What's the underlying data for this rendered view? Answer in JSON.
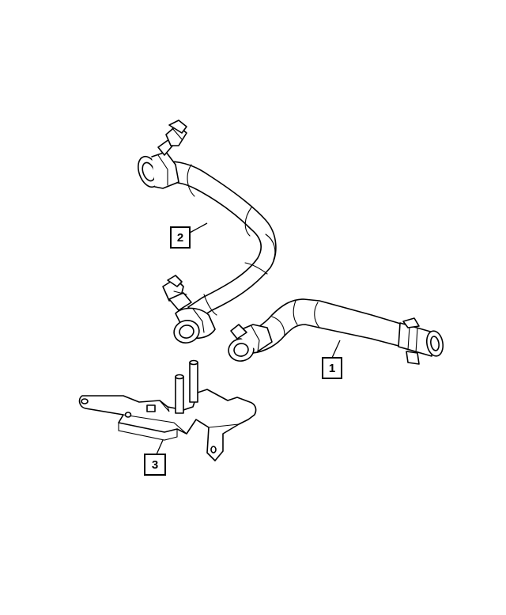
{
  "callouts": [
    {
      "id": "1",
      "label": "1",
      "part": "hose-lower-right"
    },
    {
      "id": "2",
      "label": "2",
      "part": "hose-upper-left"
    },
    {
      "id": "3",
      "label": "3",
      "part": "bracket"
    }
  ],
  "colors": {
    "line": "#000000",
    "fill": "#ffffff"
  }
}
